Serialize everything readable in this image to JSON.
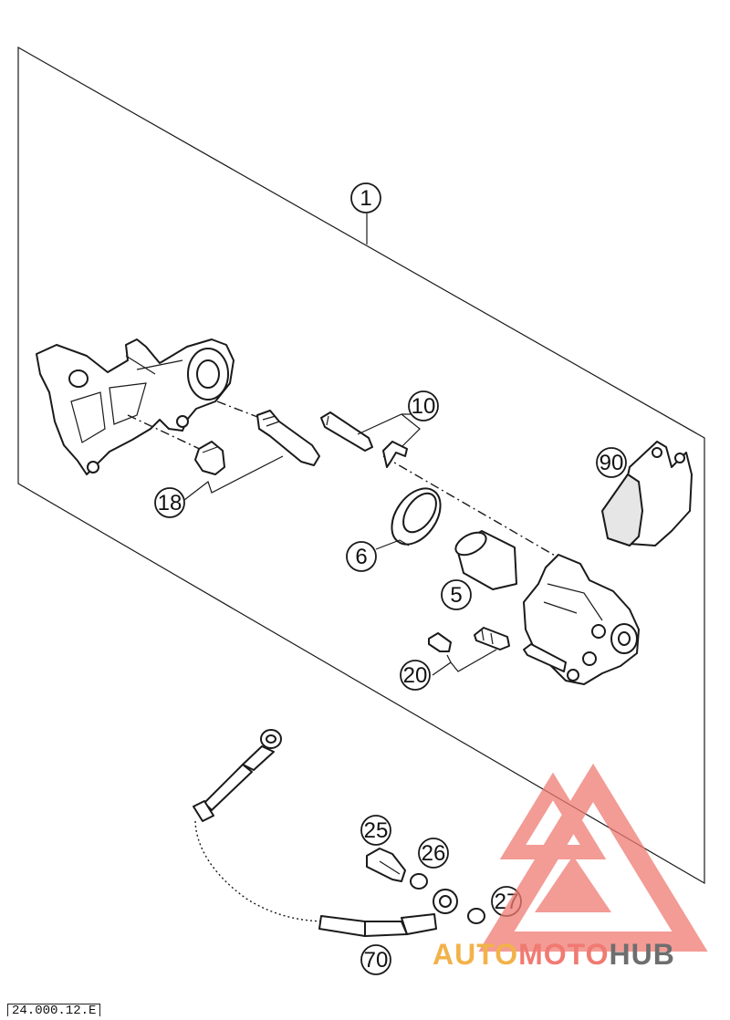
{
  "diagram": {
    "callouts": [
      {
        "id": "c1",
        "label": "1"
      },
      {
        "id": "c10",
        "label": "10"
      },
      {
        "id": "c90",
        "label": "90"
      },
      {
        "id": "c18",
        "label": "18"
      },
      {
        "id": "c6",
        "label": "6"
      },
      {
        "id": "c5",
        "label": "5"
      },
      {
        "id": "c20",
        "label": "20"
      },
      {
        "id": "c25",
        "label": "25"
      },
      {
        "id": "c26",
        "label": "26"
      },
      {
        "id": "c27",
        "label": "27"
      },
      {
        "id": "c70",
        "label": "70"
      }
    ],
    "doc_code": "24.000.12.E"
  },
  "watermark": {
    "word1": "AUTO",
    "word2": "MOTO",
    "word3": "HUB",
    "colors": {
      "auto": "#f2b24a",
      "moto": "#f07a72",
      "hub": "#6e6e6e",
      "triangle": "#f07a72"
    }
  }
}
